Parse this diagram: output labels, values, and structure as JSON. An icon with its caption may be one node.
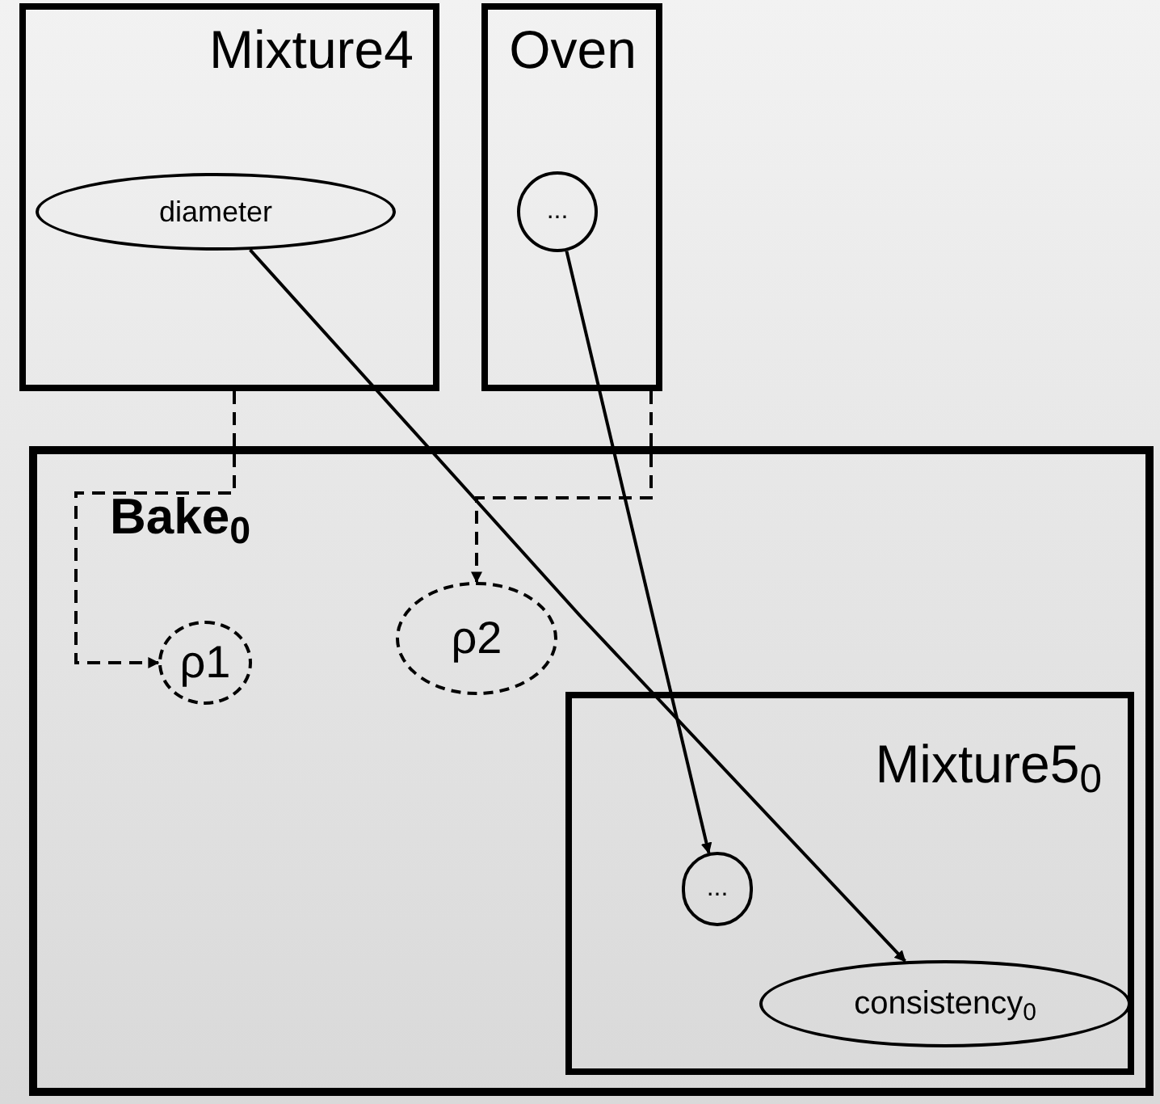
{
  "diagram": {
    "nodes": [
      {
        "text": [
          "Mixture4"
        ]
      },
      {
        "text": [
          "diameter"
        ],
        "in": 0
      },
      {
        "text": [
          "Oven"
        ]
      },
      {
        "text": [
          "..."
        ],
        "in": 2
      },
      {
        "text": [
          "**Bake**$_{0}$"
        ]
      },
      {
        "text": [
          "ρ1"
        ],
        "in": 4
      },
      {
        "text": [
          "ρ2"
        ],
        "in": 4
      },
      {
        "text": [
          "Mixture5$_{0}$"
        ],
        "in": 4
      },
      {
        "text": [
          "..."
        ],
        "in": 7
      },
      {
        "text": [
          "consistency$_{0}$"
        ],
        "in": 7
      }
    ],
    "edges": [
      {
        "from": 0,
        "to": 5,
        "arrow": "to",
        "style": "dashed"
      },
      {
        "from": 2,
        "to": 6,
        "arrow": "to",
        "style": "dashed"
      },
      {
        "from": 1,
        "to": 9,
        "arrow": "to"
      },
      {
        "from": 3,
        "to": 8,
        "arrow": "to"
      }
    ]
  }
}
